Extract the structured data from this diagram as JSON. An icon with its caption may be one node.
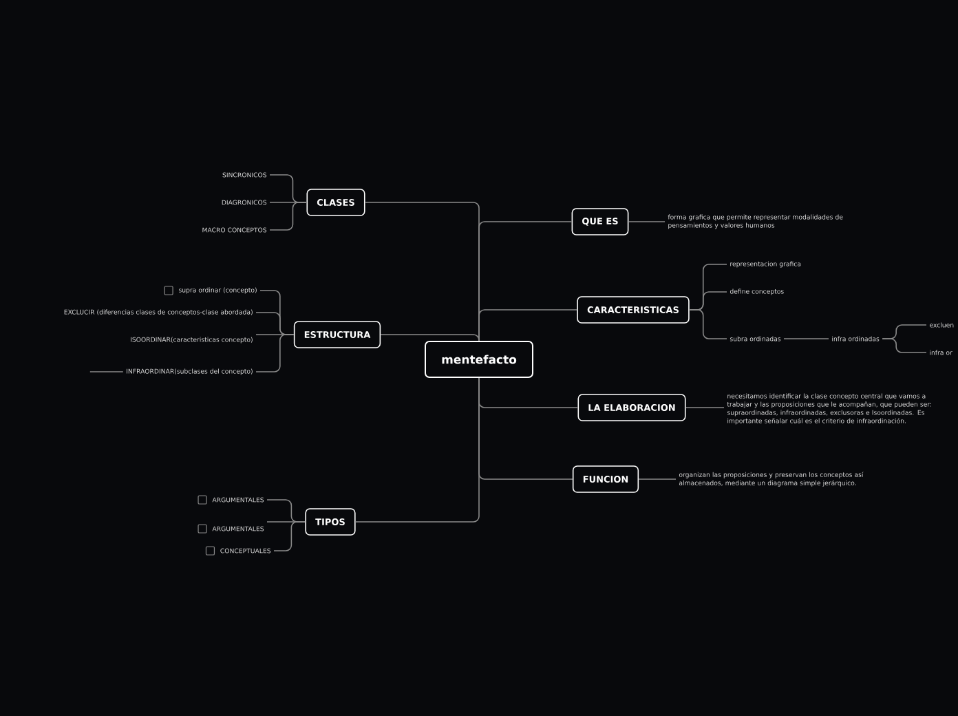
{
  "diagram": {
    "nodes": [
      {
        "text": [
          "mentefacto"
        ]
      },
      {
        "text": [
          "CLASES"
        ]
      },
      {
        "text": [
          "SINCRONICOS"
        ]
      },
      {
        "text": [
          "DIAGRONICOS"
        ]
      },
      {
        "text": [
          "MACRO CONCEPTOS"
        ]
      },
      {
        "text": [
          "ESTRUCTURA"
        ]
      },
      {
        "text": [
          "supra ordinar (concepto)"
        ]
      },
      {
        "text": [
          "EXCLUCIR (diferencias clases de conceptos-clase abordada)"
        ]
      },
      {
        "text": [
          "ISOORDINAR(caracteristicas concepto)"
        ]
      },
      {
        "text": [
          "INFRAORDINAR(subclases del concepto)"
        ]
      },
      {
        "text": [
          "TIPOS"
        ]
      },
      {
        "text": [
          "ARGUMENTALES"
        ]
      },
      {
        "text": [
          "ARGUMENTALES"
        ]
      },
      {
        "text": [
          "CONCEPTUALES"
        ]
      },
      {
        "text": [
          "QUE ES"
        ]
      },
      {
        "text": [
          "forma grafica que permite representar modalidades de pensamientos y valores humanos"
        ]
      },
      {
        "text": [
          "CARACTERISTICAS"
        ]
      },
      {
        "text": [
          "representacion grafica"
        ]
      },
      {
        "text": [
          "define conceptos"
        ]
      },
      {
        "text": [
          "subra ordinadas"
        ]
      },
      {
        "text": [
          "infra ordinadas"
        ]
      },
      {
        "text": [
          "excluen"
        ]
      },
      {
        "text": [
          "infra or"
        ]
      },
      {
        "text": [
          "LA ELABORACION"
        ]
      },
      {
        "text": [
          "necesitamos identificar la clase concepto central que vamos a trabajar y las proposiciones que le acompañan, que pueden ser: supraordinadas, infraordinadas, exclusoras e Isoordinadas. Es importante señalar cuál es el criterio de infraordinación."
        ]
      },
      {
        "text": [
          "FUNCION"
        ]
      },
      {
        "text": [
          "organizan las proposiciones y preservan los conceptos así almacenados, mediante un diagrama simple jerárquico."
        ]
      }
    ],
    "edges": [
      {
        "from": 0,
        "to": 1,
        "arrow": "none"
      },
      {
        "from": 1,
        "to": 2,
        "arrow": "none"
      },
      {
        "from": 1,
        "to": 3,
        "arrow": "none"
      },
      {
        "from": 1,
        "to": 4,
        "arrow": "none"
      },
      {
        "from": 0,
        "to": 5,
        "arrow": "none"
      },
      {
        "from": 5,
        "to": 6,
        "arrow": "none"
      },
      {
        "from": 5,
        "to": 7,
        "arrow": "none"
      },
      {
        "from": 5,
        "to": 8,
        "arrow": "none"
      },
      {
        "from": 5,
        "to": 9,
        "arrow": "none"
      },
      {
        "from": 9,
        "to": null,
        "arrow": "none"
      },
      {
        "from": 0,
        "to": 10,
        "arrow": "none"
      },
      {
        "from": 10,
        "to": 11,
        "arrow": "none"
      },
      {
        "from": 10,
        "to": 12,
        "arrow": "none"
      },
      {
        "from": 10,
        "to": 13,
        "arrow": "none"
      },
      {
        "from": 0,
        "to": 14,
        "arrow": "none"
      },
      {
        "from": 14,
        "to": 15,
        "arrow": "none"
      },
      {
        "from": 0,
        "to": 16,
        "arrow": "none"
      },
      {
        "from": 16,
        "to": 17,
        "arrow": "none"
      },
      {
        "from": 16,
        "to": 18,
        "arrow": "none"
      },
      {
        "from": 16,
        "to": 19,
        "arrow": "none"
      },
      {
        "from": 19,
        "to": 20,
        "arrow": "none"
      },
      {
        "from": 20,
        "to": 21,
        "arrow": "none"
      },
      {
        "from": 20,
        "to": 22,
        "arrow": "none"
      },
      {
        "from": 0,
        "to": 23,
        "arrow": "none"
      },
      {
        "from": 23,
        "to": 24,
        "arrow": "none"
      },
      {
        "from": 0,
        "to": 25,
        "arrow": "none"
      },
      {
        "from": 25,
        "to": 26,
        "arrow": "none"
      }
    ]
  }
}
